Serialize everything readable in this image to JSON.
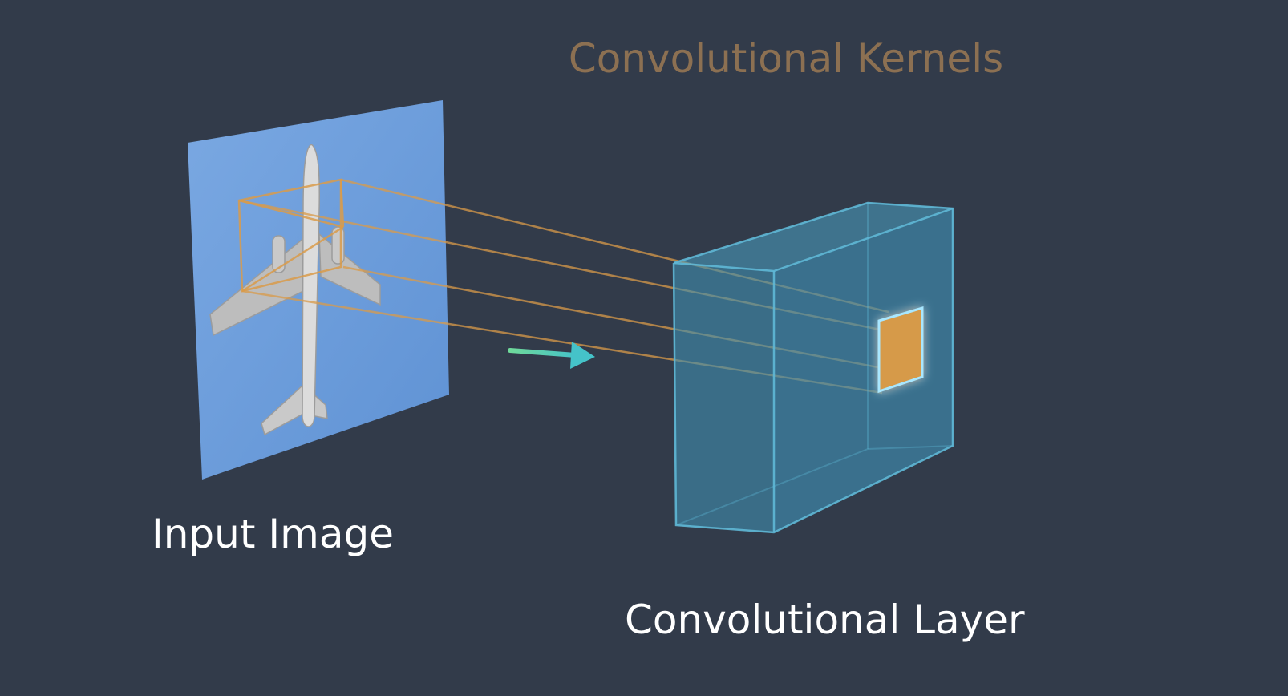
{
  "diagram": {
    "title": "Convolutional Kernels",
    "input_label": "Input Image",
    "layer_label": "Convolutional Layer",
    "icons": {
      "airplane": "airplane-icon",
      "arrow": "arrow-right-icon"
    },
    "colors": {
      "background": "#323b4a",
      "title": "#8c7052",
      "label": "#ffffff",
      "input_image_sky": "#6f9fdb",
      "kernel_lines": "#d99b4a",
      "layer_box": "#3f8fb0",
      "feature_patch": "#d69a4a",
      "arrow": "#5fd3a6"
    }
  }
}
